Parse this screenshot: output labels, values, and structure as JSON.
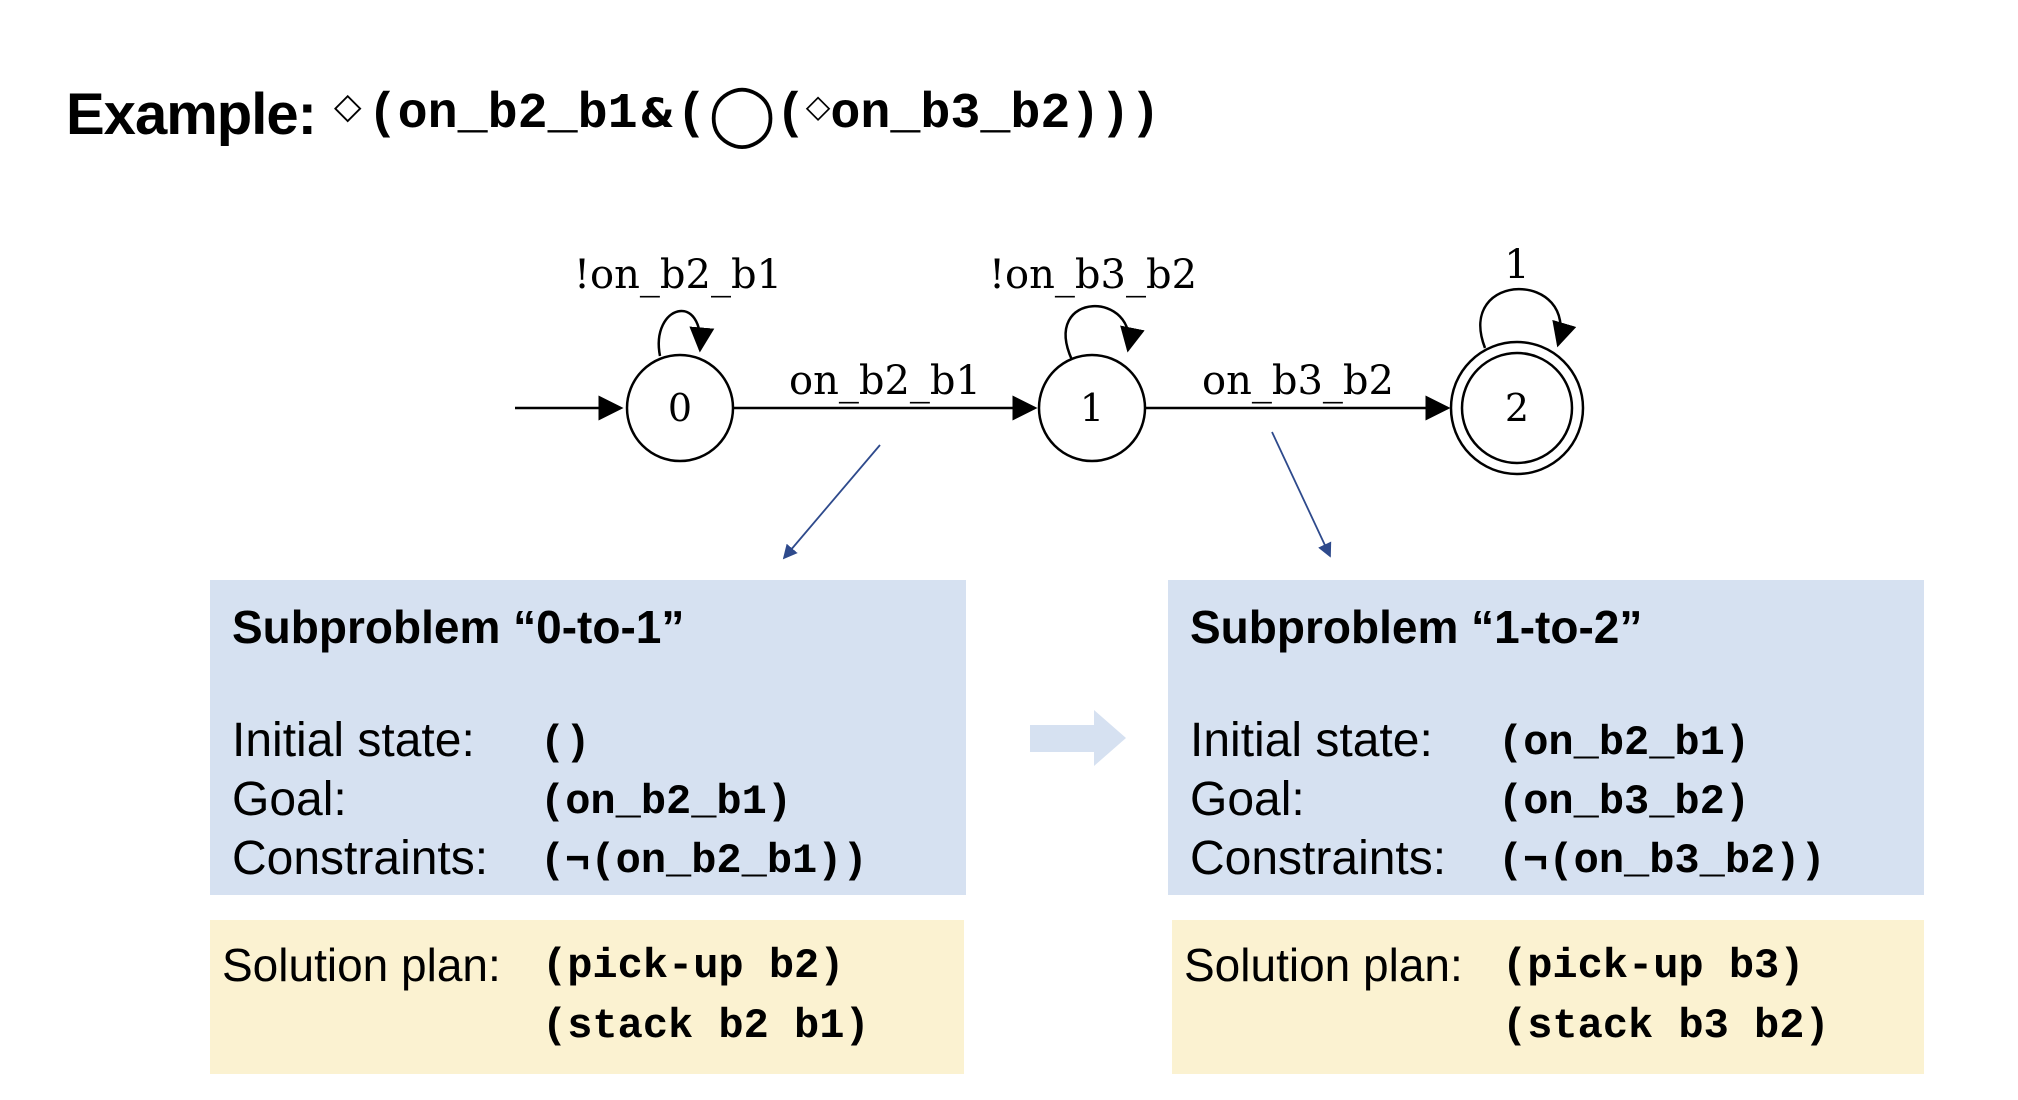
{
  "title": {
    "label": "Example:",
    "formula": {
      "eventually": "◇",
      "lhs": "(on_b2_b1",
      "and": "&",
      "paren_open": "(",
      "next": "◯",
      "inner_open": "(",
      "eventually2": "◇",
      "rhs": "on_b3_b2)))"
    }
  },
  "automaton": {
    "states": [
      {
        "id": "0",
        "label": "0",
        "accepting": false,
        "initial": true
      },
      {
        "id": "1",
        "label": "1",
        "accepting": false,
        "initial": false
      },
      {
        "id": "2",
        "label": "2",
        "accepting": true,
        "initial": false
      }
    ],
    "transitions": [
      {
        "from": "0",
        "to": "0",
        "label": "!on_b2_b1"
      },
      {
        "from": "0",
        "to": "1",
        "label": "on_b2_b1"
      },
      {
        "from": "1",
        "to": "1",
        "label": "!on_b3_b2"
      },
      {
        "from": "1",
        "to": "2",
        "label": "on_b3_b2"
      },
      {
        "from": "2",
        "to": "2",
        "label": "1"
      }
    ]
  },
  "subproblems": [
    {
      "title": "Subproblem “0-to-1”",
      "initial_label": "Initial state:",
      "initial_value": "()",
      "goal_label": "Goal:",
      "goal_value": "(on_b2_b1)",
      "constraints_label": "Constraints:",
      "constraints_value": "(¬(on_b2_b1))",
      "solution_label": "Solution plan:",
      "plan": [
        "(pick-up b2)",
        "(stack b2 b1)"
      ]
    },
    {
      "title": "Subproblem “1-to-2”",
      "initial_label": "Initial state:",
      "initial_value": "(on_b2_b1)",
      "goal_label": "Goal:",
      "goal_value": "(on_b3_b2)",
      "constraints_label": "Constraints:",
      "constraints_value": "(¬(on_b3_b2))",
      "solution_label": "Solution plan:",
      "plan": [
        "(pick-up b3)",
        "(stack b3 b2)"
      ]
    }
  ],
  "colors": {
    "subproblem_fill": "#d6e1f1",
    "solution_fill": "#fbf2d1",
    "pointer_line": "#2e4a8c",
    "flow_arrow": "#d6e1f1"
  }
}
